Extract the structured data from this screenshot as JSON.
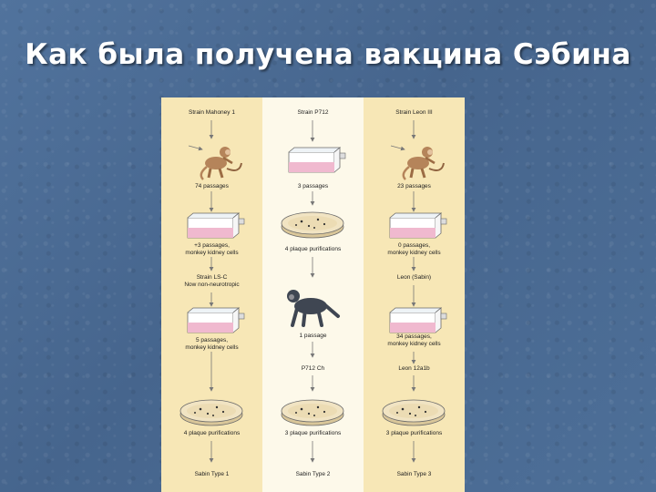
{
  "slide": {
    "title": "Как была получена вакцина Сэбина"
  },
  "diagram": {
    "colors": {
      "side_column": "#f7e7b6",
      "center_column": "#fdf9ea",
      "flask_fill": "#f0b9cf",
      "dish_fill": "#ecdcb4",
      "arrow": "#777777"
    },
    "left": {
      "strain": "Strain Mahoney 1",
      "step1": "74 passages",
      "step2_line1": "+3 passages,",
      "step2_line2": "monkey kidney cells",
      "intermediate_line1": "Strain LS-C",
      "intermediate_line2": "Now non-neurotropic",
      "step3_line1": "5 passages,",
      "step3_line2": "monkey kidney cells",
      "step4": "4 plaque purifications",
      "result": "Sabin Type 1"
    },
    "center": {
      "strain": "Strain P712",
      "step1": "3 passages",
      "step2": "4 plaque purifications",
      "step3": "1 passage",
      "intermediate": "P712 Ch",
      "step4": "3 plaque purifications",
      "result": "Sabin Type 2"
    },
    "right": {
      "strain": "Strain Leon III",
      "step1": "23 passages",
      "step2_line1": "0 passages,",
      "step2_line2": "monkey kidney cells",
      "intermediate": "Leon (Sabin)",
      "step3_line1": "34 passages,",
      "step3_line2": "monkey kidney cells",
      "intermediate2": "Leon 12a1b",
      "step4": "3 plaque purifications",
      "result": "Sabin Type 3"
    }
  }
}
